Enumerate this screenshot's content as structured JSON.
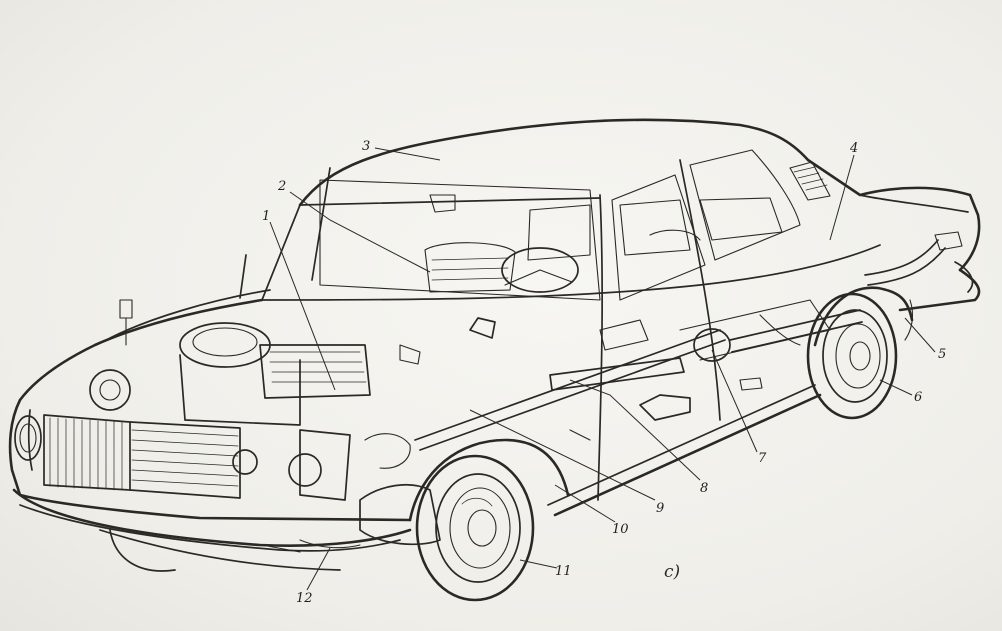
{
  "figure": {
    "figure_label": "с)",
    "callouts": [
      {
        "id": "c1",
        "text": "1"
      },
      {
        "id": "c2",
        "text": "2"
      },
      {
        "id": "c3",
        "text": "3"
      },
      {
        "id": "c4",
        "text": "4"
      },
      {
        "id": "c5",
        "text": "5"
      },
      {
        "id": "c6",
        "text": "6"
      },
      {
        "id": "c7",
        "text": "7"
      },
      {
        "id": "c8",
        "text": "8"
      },
      {
        "id": "c9",
        "text": "9"
      },
      {
        "id": "c10",
        "text": "10"
      },
      {
        "id": "c11",
        "text": "11"
      },
      {
        "id": "c12",
        "text": "12"
      }
    ]
  },
  "colors": {
    "ink": "#2a2926",
    "paper": "#f3f2ee"
  }
}
